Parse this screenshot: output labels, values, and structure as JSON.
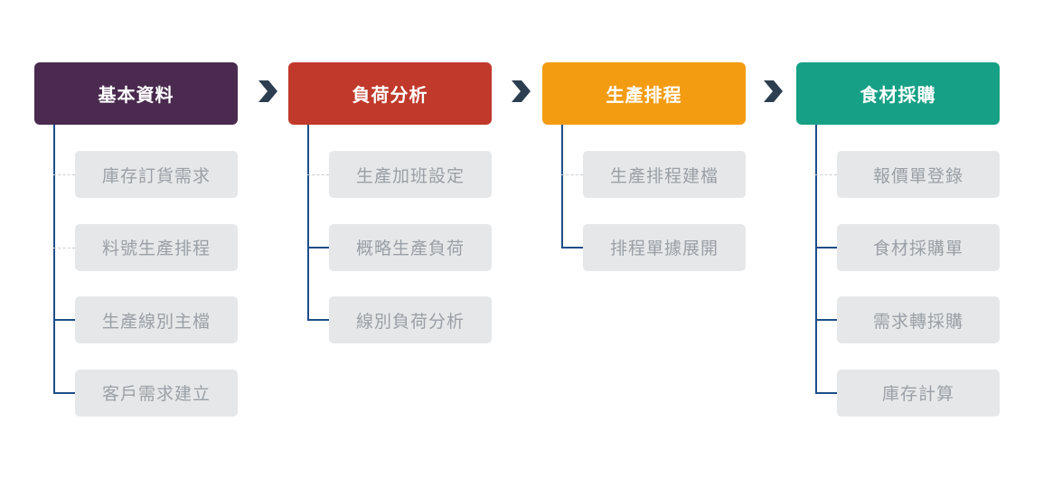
{
  "colors": {
    "connector": "#1d4e89",
    "item_bg": "#e6e7e8",
    "item_text": "#9aa0a6",
    "arrow": "#2c3e50"
  },
  "columns": [
    {
      "title": "基本資料",
      "color": "#4a2a4f",
      "items": [
        {
          "label": "庫存訂貨需求",
          "connector": "dashed"
        },
        {
          "label": "料號生產排程",
          "connector": "dashed"
        },
        {
          "label": "生產線別主檔",
          "connector": "solid"
        },
        {
          "label": "客戶需求建立",
          "connector": "solid"
        }
      ]
    },
    {
      "title": "負荷分析",
      "color": "#c0392b",
      "items": [
        {
          "label": "生產加班設定",
          "connector": "dashed"
        },
        {
          "label": "概略生產負荷",
          "connector": "solid"
        },
        {
          "label": "線別負荷分析",
          "connector": "solid"
        }
      ]
    },
    {
      "title": "生產排程",
      "color": "#f39c12",
      "items": [
        {
          "label": "生產排程建檔",
          "connector": "dashed"
        },
        {
          "label": "排程單據展開",
          "connector": "solid"
        }
      ]
    },
    {
      "title": "食材採購",
      "color": "#16a085",
      "items": [
        {
          "label": "報價單登錄",
          "connector": "dashed"
        },
        {
          "label": "食材採購單",
          "connector": "solid"
        },
        {
          "label": "需求轉採購",
          "connector": "solid"
        },
        {
          "label": "庫存計算",
          "connector": "solid"
        }
      ]
    }
  ],
  "arrow_icon": "chevron-right-icon"
}
